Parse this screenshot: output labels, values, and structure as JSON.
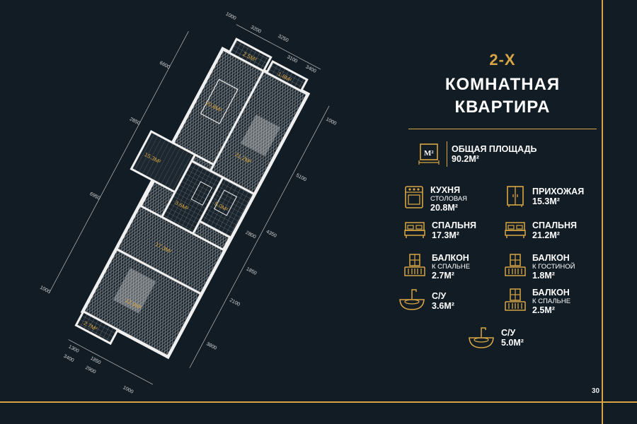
{
  "title": {
    "line1": "2-Х",
    "line2": "КОМНАТНАЯ",
    "line3": "КВАРТИРА"
  },
  "total": {
    "icon": "m2-icon",
    "label": "ОБЩАЯ ПЛОЩАДЬ",
    "value": "90.2М²"
  },
  "rooms": [
    {
      "icon": "stove-icon",
      "label": "КУХНЯ",
      "sub": "СТОЛОВАЯ",
      "value": "20.8М²"
    },
    {
      "icon": "wardrobe-icon",
      "label": "ПРИХОЖАЯ",
      "sub": "",
      "value": "15.3М²"
    },
    {
      "icon": "bed-icon",
      "label": "СПАЛЬНЯ",
      "sub": "",
      "value": "17.3М²"
    },
    {
      "icon": "bed-icon",
      "label": "СПАЛЬНЯ",
      "sub": "",
      "value": "21.2М²"
    },
    {
      "icon": "balcony-icon",
      "label": "БАЛКОН",
      "sub": "К СПАЛЬНЕ",
      "value": "2.7М²"
    },
    {
      "icon": "balcony-icon",
      "label": "БАЛКОН",
      "sub": "К ГОСТИНОЙ",
      "value": "1.8М²"
    },
    {
      "icon": "sink-icon",
      "label": "С/У",
      "sub": "",
      "value": "3.6М²"
    },
    {
      "icon": "balcony-icon",
      "label": "БАЛКОН",
      "sub": "К СПАЛЬНЕ",
      "value": "2.5М²"
    },
    {
      "icon": "sink-icon",
      "label": "С/У",
      "sub": "",
      "value": "5.0М²"
    }
  ],
  "plan": {
    "dims": [
      "1000",
      "3200",
      "3250",
      "3100",
      "3400",
      "6600",
      "2850",
      "6950",
      "1000",
      "1000",
      "5100",
      "4350",
      "2800",
      "1850",
      "2100",
      "3800",
      "1300",
      "1850",
      "3400",
      "2900",
      "1000"
    ],
    "rooms": [
      "2.5М²",
      "1.8М²",
      "20.8М²",
      "21.2М²",
      "15.3М²",
      "5.0М²",
      "3.6М²",
      "17.3М²",
      "12.9М²",
      "2.7М²"
    ]
  },
  "page_number": "30",
  "colors": {
    "background": "#121c24",
    "accent": "#d7a544",
    "text": "#ffffff"
  }
}
